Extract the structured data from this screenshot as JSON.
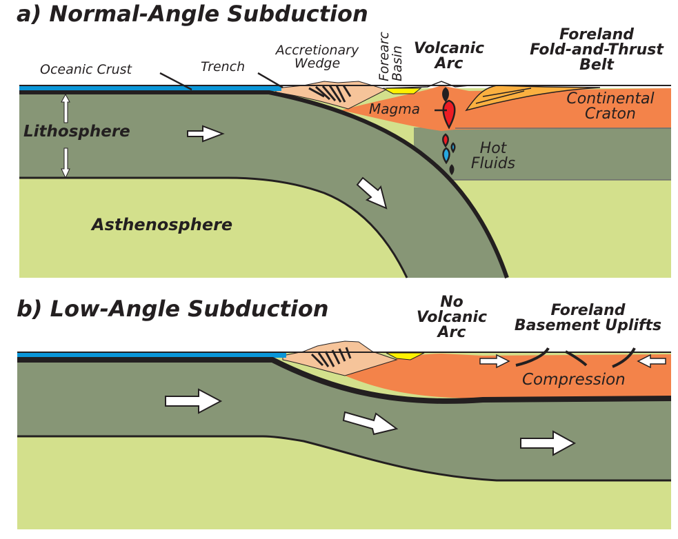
{
  "panel_a": {
    "title": "a) Normal-Angle Subduction",
    "labels": {
      "oceanic_crust": "Oceanic Crust",
      "trench": "Trench",
      "accretionary_1": "Accretionary",
      "accretionary_2": "Wedge",
      "forearc_1": "Forearc",
      "forearc_2": "Basin",
      "volcanic_1": "Volcanic",
      "volcanic_2": "Arc",
      "foreland_1": "Foreland",
      "foreland_2": "Fold-and-Thrust",
      "foreland_3": "Belt",
      "magma": "Magma",
      "continental_1": "Continental",
      "continental_2": "Craton",
      "lithosphere": "Lithosphere",
      "hot_1": "Hot",
      "hot_2": "Fluids",
      "asthenosphere": "Asthenosphere"
    }
  },
  "panel_b": {
    "title": "b) Low-Angle Subduction",
    "labels": {
      "no_arc_1": "No",
      "no_arc_2": "Volcanic",
      "no_arc_3": "Arc",
      "uplift_1": "Foreland",
      "uplift_2": "Basement Uplifts",
      "compression": "Compression"
    }
  },
  "colors": {
    "ocean": "#0a96d8",
    "lithosphere": "#879676",
    "asthenosphere": "#d3e08c",
    "continent": "#f3834a",
    "wedge": "#f6c49a",
    "basin": "#fff200",
    "magma": "#ed1c24",
    "fluid": "#27a8e0",
    "ink": "#231f20"
  }
}
